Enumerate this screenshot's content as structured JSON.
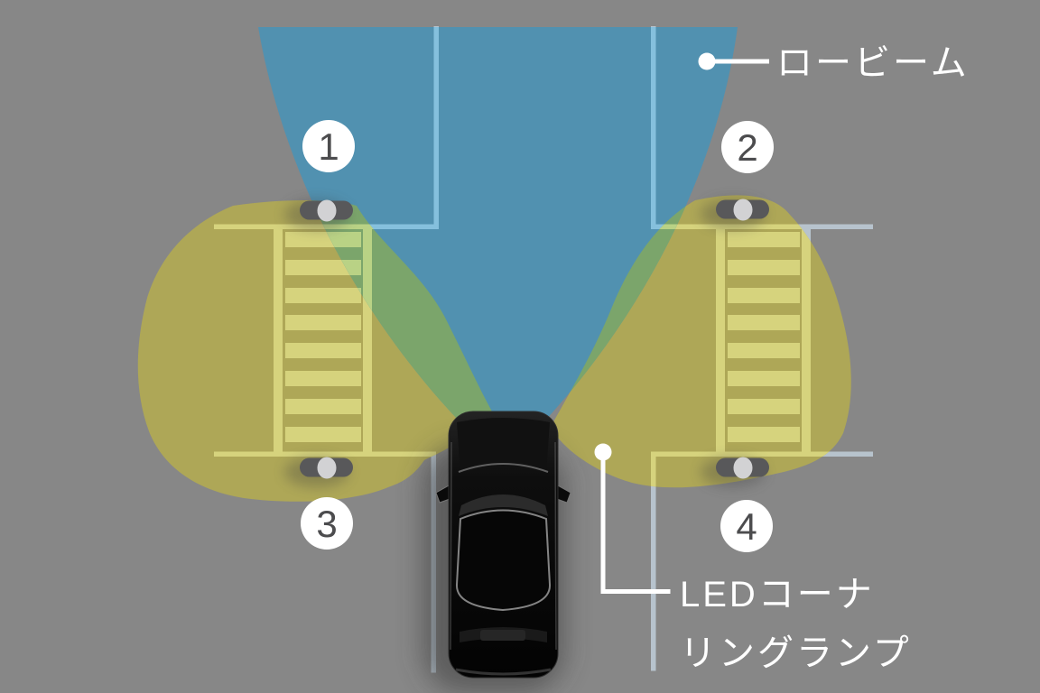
{
  "labels": {
    "low_beam": "ロービーム",
    "cornering_lamp_line1": "LEDコーナ",
    "cornering_lamp_line2": "リングランプ"
  },
  "badges": [
    {
      "number": "1"
    },
    {
      "number": "2"
    },
    {
      "number": "3"
    },
    {
      "number": "4"
    }
  ],
  "colors": {
    "background": "#878787",
    "low_beam_area": "#5191b0",
    "cornering_lamp_area": "#aea757",
    "beam_overlap_area": "#7ba56b",
    "road_marking": "#b7c3cd",
    "marking_in_cornering": "#d6d37d",
    "marking_in_beam": "#85c0dd",
    "marking_in_overlap": "#b9d285",
    "pedestrian_body": "#58585a",
    "pedestrian_head": "#d2d2d4",
    "badge_fill": "#ffffff",
    "badge_number": "#4c4c4e",
    "label_text": "#ffffff",
    "car_body": "#0b0b0b"
  }
}
